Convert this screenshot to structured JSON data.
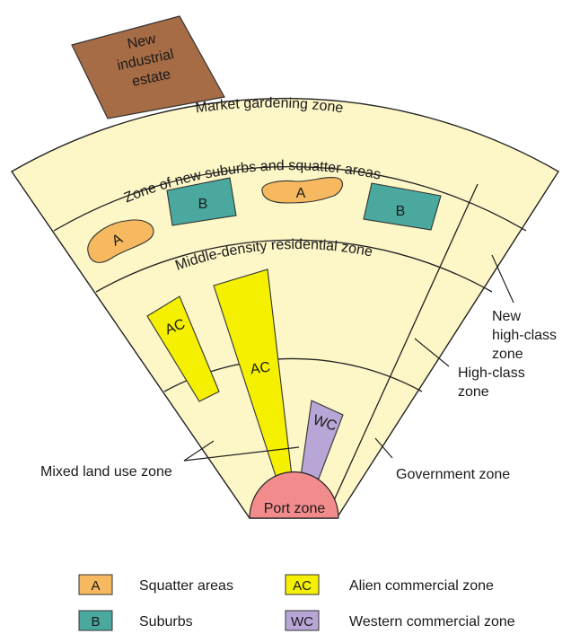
{
  "zones": {
    "industrial_estate": [
      "New",
      "industrial",
      "estate"
    ],
    "market_gardening": "Market  gardening  zone",
    "new_suburbs": "Zone of new suburbs and squatter areas",
    "middle_density": "Middle-density residential zone",
    "new_high_class": [
      "New",
      "high-class",
      "zone"
    ],
    "high_class": [
      "High-class",
      "zone"
    ],
    "government": "Government zone",
    "mixed_land_use": "Mixed land use zone",
    "port": "Port zone"
  },
  "blocks": {
    "squatter": "A",
    "suburbs": "B",
    "alien_commercial": "AC",
    "western_commercial": "WC"
  },
  "legend": [
    {
      "code": "A",
      "label": "Squatter areas",
      "color": "#f6b95f"
    },
    {
      "code": "AC",
      "label": "Alien commercial zone",
      "color": "#f5ef00"
    },
    {
      "code": "B",
      "label": "Suburbs",
      "color": "#4aa89e"
    },
    {
      "code": "WC",
      "label": "Western commercial zone",
      "color": "#b7a6d6"
    }
  ],
  "colors": {
    "fan_fill": "#fdf6c7",
    "industrial": "#a66c45",
    "squatter": "#f6b95f",
    "suburbs": "#4aa89e",
    "alien_commercial": "#f5ef00",
    "western_commercial": "#b7a6d6",
    "port": "#f28b8c"
  }
}
